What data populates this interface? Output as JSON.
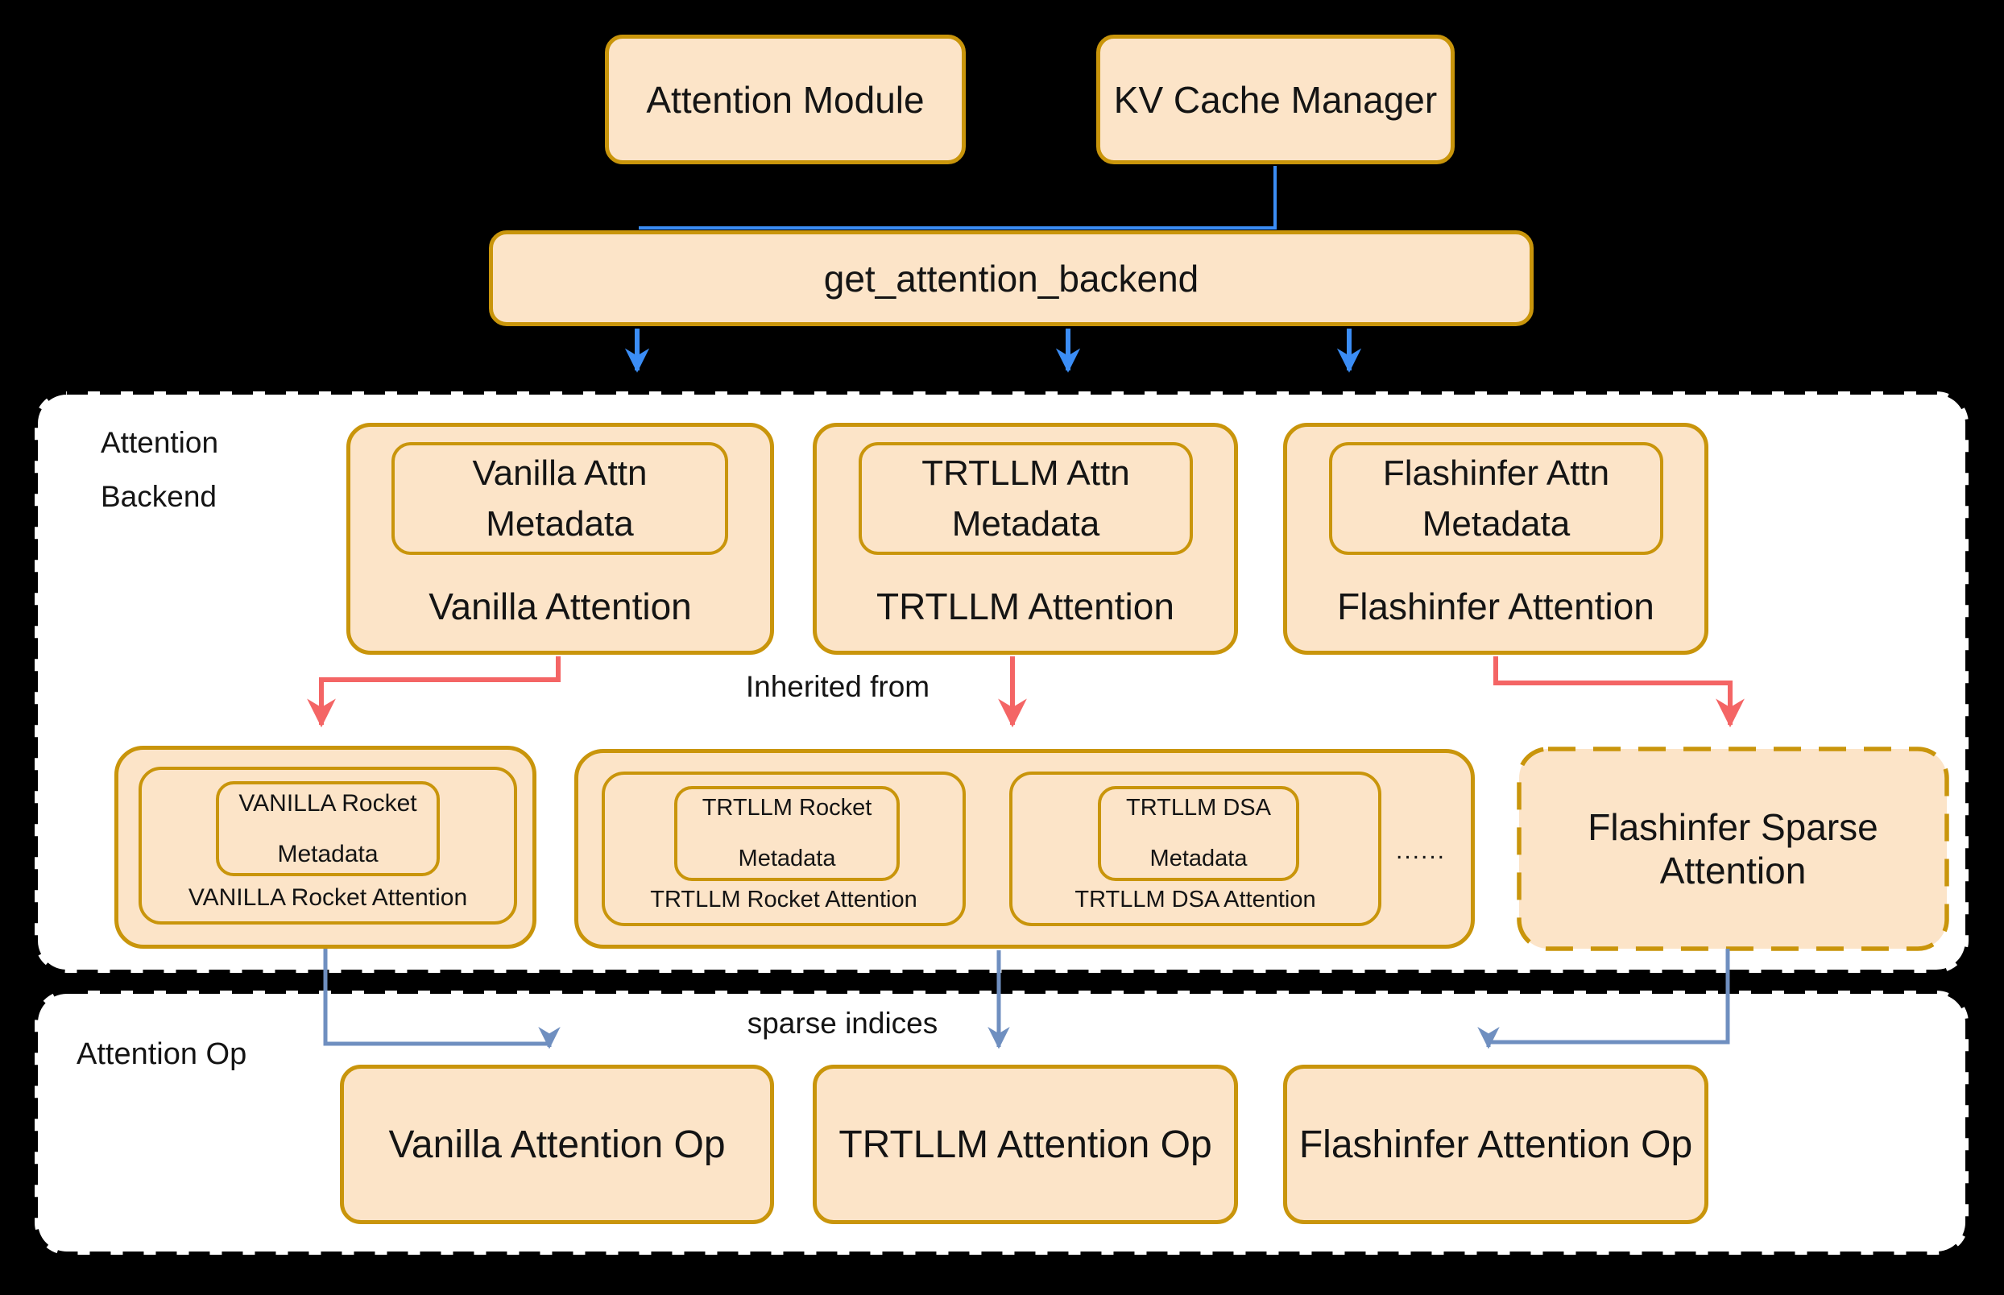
{
  "top": {
    "attention_module": "Attention Module",
    "kv_cache_manager": "KV Cache Manager",
    "get_attention_backend": "get_attention_backend"
  },
  "backend_section": {
    "label_line1": "Attention",
    "label_line2": "Backend",
    "inherited_from": "Inherited from",
    "backends": [
      {
        "metadata_line1": "Vanilla Attn",
        "metadata_line2": "Metadata",
        "label": "Vanilla Attention"
      },
      {
        "metadata_line1": "TRTLLM Attn",
        "metadata_line2": "Metadata",
        "label": "TRTLLM Attention"
      },
      {
        "metadata_line1": "Flashinfer Attn",
        "metadata_line2": "Metadata",
        "label": "Flashinfer Attention"
      }
    ],
    "derived": {
      "vanilla_rocket": {
        "metadata_line1": "VANILLA Rocket",
        "metadata_line2": "Metadata",
        "label": "VANILLA Rocket Attention"
      },
      "trtllm_rocket": {
        "metadata_line1": "TRTLLM Rocket",
        "metadata_line2": "Metadata",
        "label": "TRTLLM Rocket Attention"
      },
      "trtllm_dsa": {
        "metadata_line1": "TRTLLM DSA",
        "metadata_line2": "Metadata",
        "label": "TRTLLM DSA Attention"
      },
      "ellipsis": "......",
      "flashinfer_sparse": "Flashinfer Sparse Attention"
    }
  },
  "op_section": {
    "label": "Attention Op",
    "sparse_indices": "sparse indices",
    "ops": [
      "Vanilla Attention Op",
      "TRTLLM Attention Op",
      "Flashinfer Attention Op"
    ]
  },
  "colors": {
    "node_fill": "#fce4c8",
    "node_stroke": "#c9950b",
    "bright_blue": "#3b8df5",
    "red": "#f46565",
    "slate_blue": "#6f8fc0",
    "container_fill": "#ffffff",
    "container_stroke": "#000000"
  }
}
